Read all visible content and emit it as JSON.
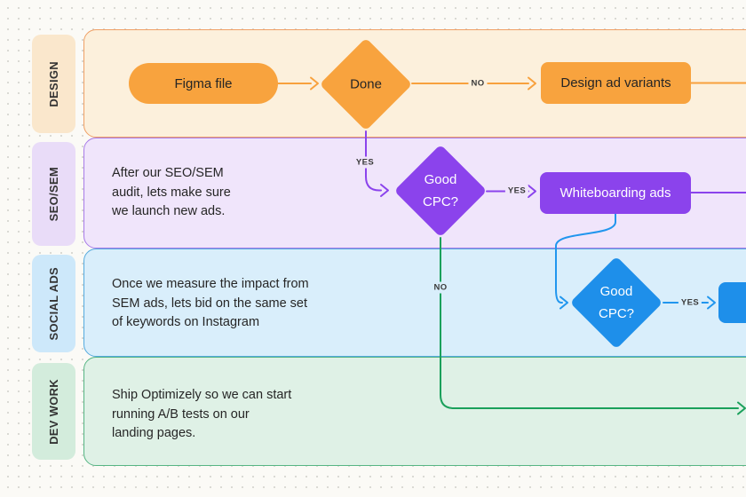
{
  "lanes": [
    {
      "label": "DESIGN",
      "note_lines": []
    },
    {
      "label": "SEO/SEM",
      "note_lines": [
        "After our SEO/SEM",
        "audit, lets make sure",
        "we launch new ads."
      ]
    },
    {
      "label": "SOCIAL ADS",
      "note_lines": [
        "Once we measure the impact from",
        "SEM ads, lets bid on the same set",
        "of keywords on Instagram"
      ]
    },
    {
      "label": "DEV WORK",
      "note_lines": [
        "Ship Optimizely so we can start",
        "running A/B tests on our",
        "landing pages."
      ]
    }
  ],
  "nodes": {
    "figma_file": {
      "label": "Figma file"
    },
    "done": {
      "label": "Done"
    },
    "design_ad_variants": {
      "label": "Design ad variants"
    },
    "good_cpc_sem": {
      "label": "Good CPC?"
    },
    "whiteboarding_ads": {
      "label": "Whiteboarding ads"
    },
    "good_cpc_social": {
      "label": "Good CPC?"
    }
  },
  "edge_labels": {
    "design_no": "NO",
    "design_sem_yes": "YES",
    "sem_yes": "YES",
    "sem_no": "NO",
    "social_yes": "YES"
  },
  "colors": {
    "orange": "#F8A33E",
    "purple": "#8B43EC",
    "blue": "#1E8FEA",
    "green": "#1AA05B",
    "lane_design_bg": "#FCF0DC",
    "lane_seo_bg": "#F0E5FB",
    "lane_social_bg": "#D9EEFB",
    "lane_dev_bg": "#DFF1E6"
  }
}
